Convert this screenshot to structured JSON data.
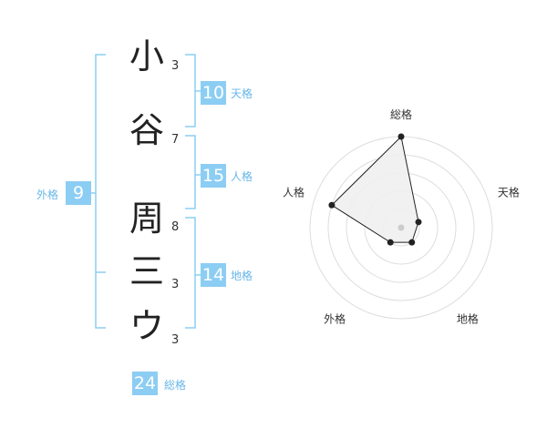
{
  "name": {
    "characters": [
      {
        "char": "小",
        "strokes": "3"
      },
      {
        "char": "谷",
        "strokes": "7"
      },
      {
        "char": "周",
        "strokes": "8"
      },
      {
        "char": "三",
        "strokes": "3"
      },
      {
        "char": "ウ",
        "strokes": "3"
      }
    ]
  },
  "kaku": {
    "tenkaku": {
      "label": "天格",
      "value": "10"
    },
    "jinkaku": {
      "label": "人格",
      "value": "15"
    },
    "chikaku": {
      "label": "地格",
      "value": "14"
    },
    "gaikaku": {
      "label": "外格",
      "value": "9"
    },
    "soukaku": {
      "label": "総格",
      "value": "24"
    }
  },
  "chart_data": {
    "type": "radar",
    "axes": [
      "総格",
      "天格",
      "地格",
      "外格",
      "人格"
    ],
    "values": [
      5,
      1,
      1,
      1,
      4
    ],
    "rmax": 5,
    "rings": 5,
    "colors": {
      "fill": "#f0f0f0",
      "stroke": "#222222",
      "grid": "#dddddd",
      "center": "#cccccc"
    }
  },
  "colors": {
    "accent": "#8ccdf3",
    "bracket": "#8ccdf3",
    "label": "#67b7e8"
  }
}
